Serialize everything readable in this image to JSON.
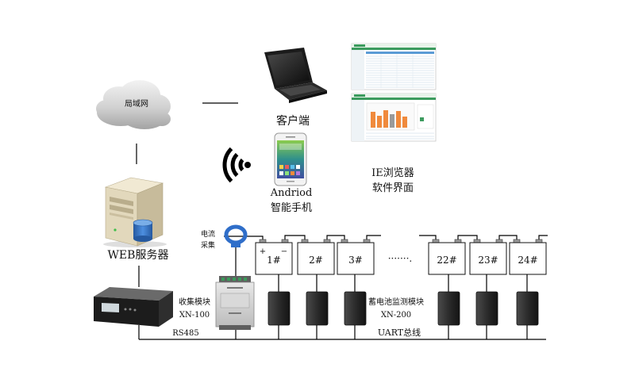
{
  "network": {
    "label": "局域网"
  },
  "client": {
    "label": "客户端"
  },
  "browser": {
    "line1": "IE浏览器",
    "line2": "软件界面"
  },
  "phone": {
    "line1": "Andriod",
    "line2": "智能手机"
  },
  "server": {
    "label": "WEB服务器"
  },
  "current_sensor": {
    "line1": "电流",
    "line2": "采集"
  },
  "collector": {
    "line1": "收集模块",
    "line2": "XN-100"
  },
  "monitor": {
    "line1": "蓄电池监测模块",
    "line2": "XN-200"
  },
  "batteries": {
    "labels": [
      "1#",
      "2#",
      "3#",
      "22#",
      "23#",
      "24#"
    ],
    "plus": "+",
    "minus": "−",
    "ellipsis": "·······."
  },
  "buses": {
    "rs485": "RS485",
    "uart": "UART总线"
  },
  "icons": {
    "network": "cloud-icon",
    "client": "laptop-icon",
    "browser": "browser-screenshot-icon",
    "wireless": "wifi-icon",
    "phone": "smartphone-icon",
    "server": "server-tower-icon",
    "database": "database-icon",
    "gateway": "rack-device-icon",
    "collector": "collector-module-icon",
    "sensor": "current-clamp-icon",
    "battery": "battery-icon",
    "monitor": "monitor-module-icon"
  },
  "colors": {
    "background": "#ffffff",
    "line": "#000000",
    "cloud": "#c8c8c8",
    "server": "#e2d8bc",
    "database": "#2f6fbf",
    "sensor": "#2f6ec9",
    "module": "#2b2b2b",
    "chart_bars": "#f08a3c",
    "browser_header": "#3c9b5e"
  }
}
